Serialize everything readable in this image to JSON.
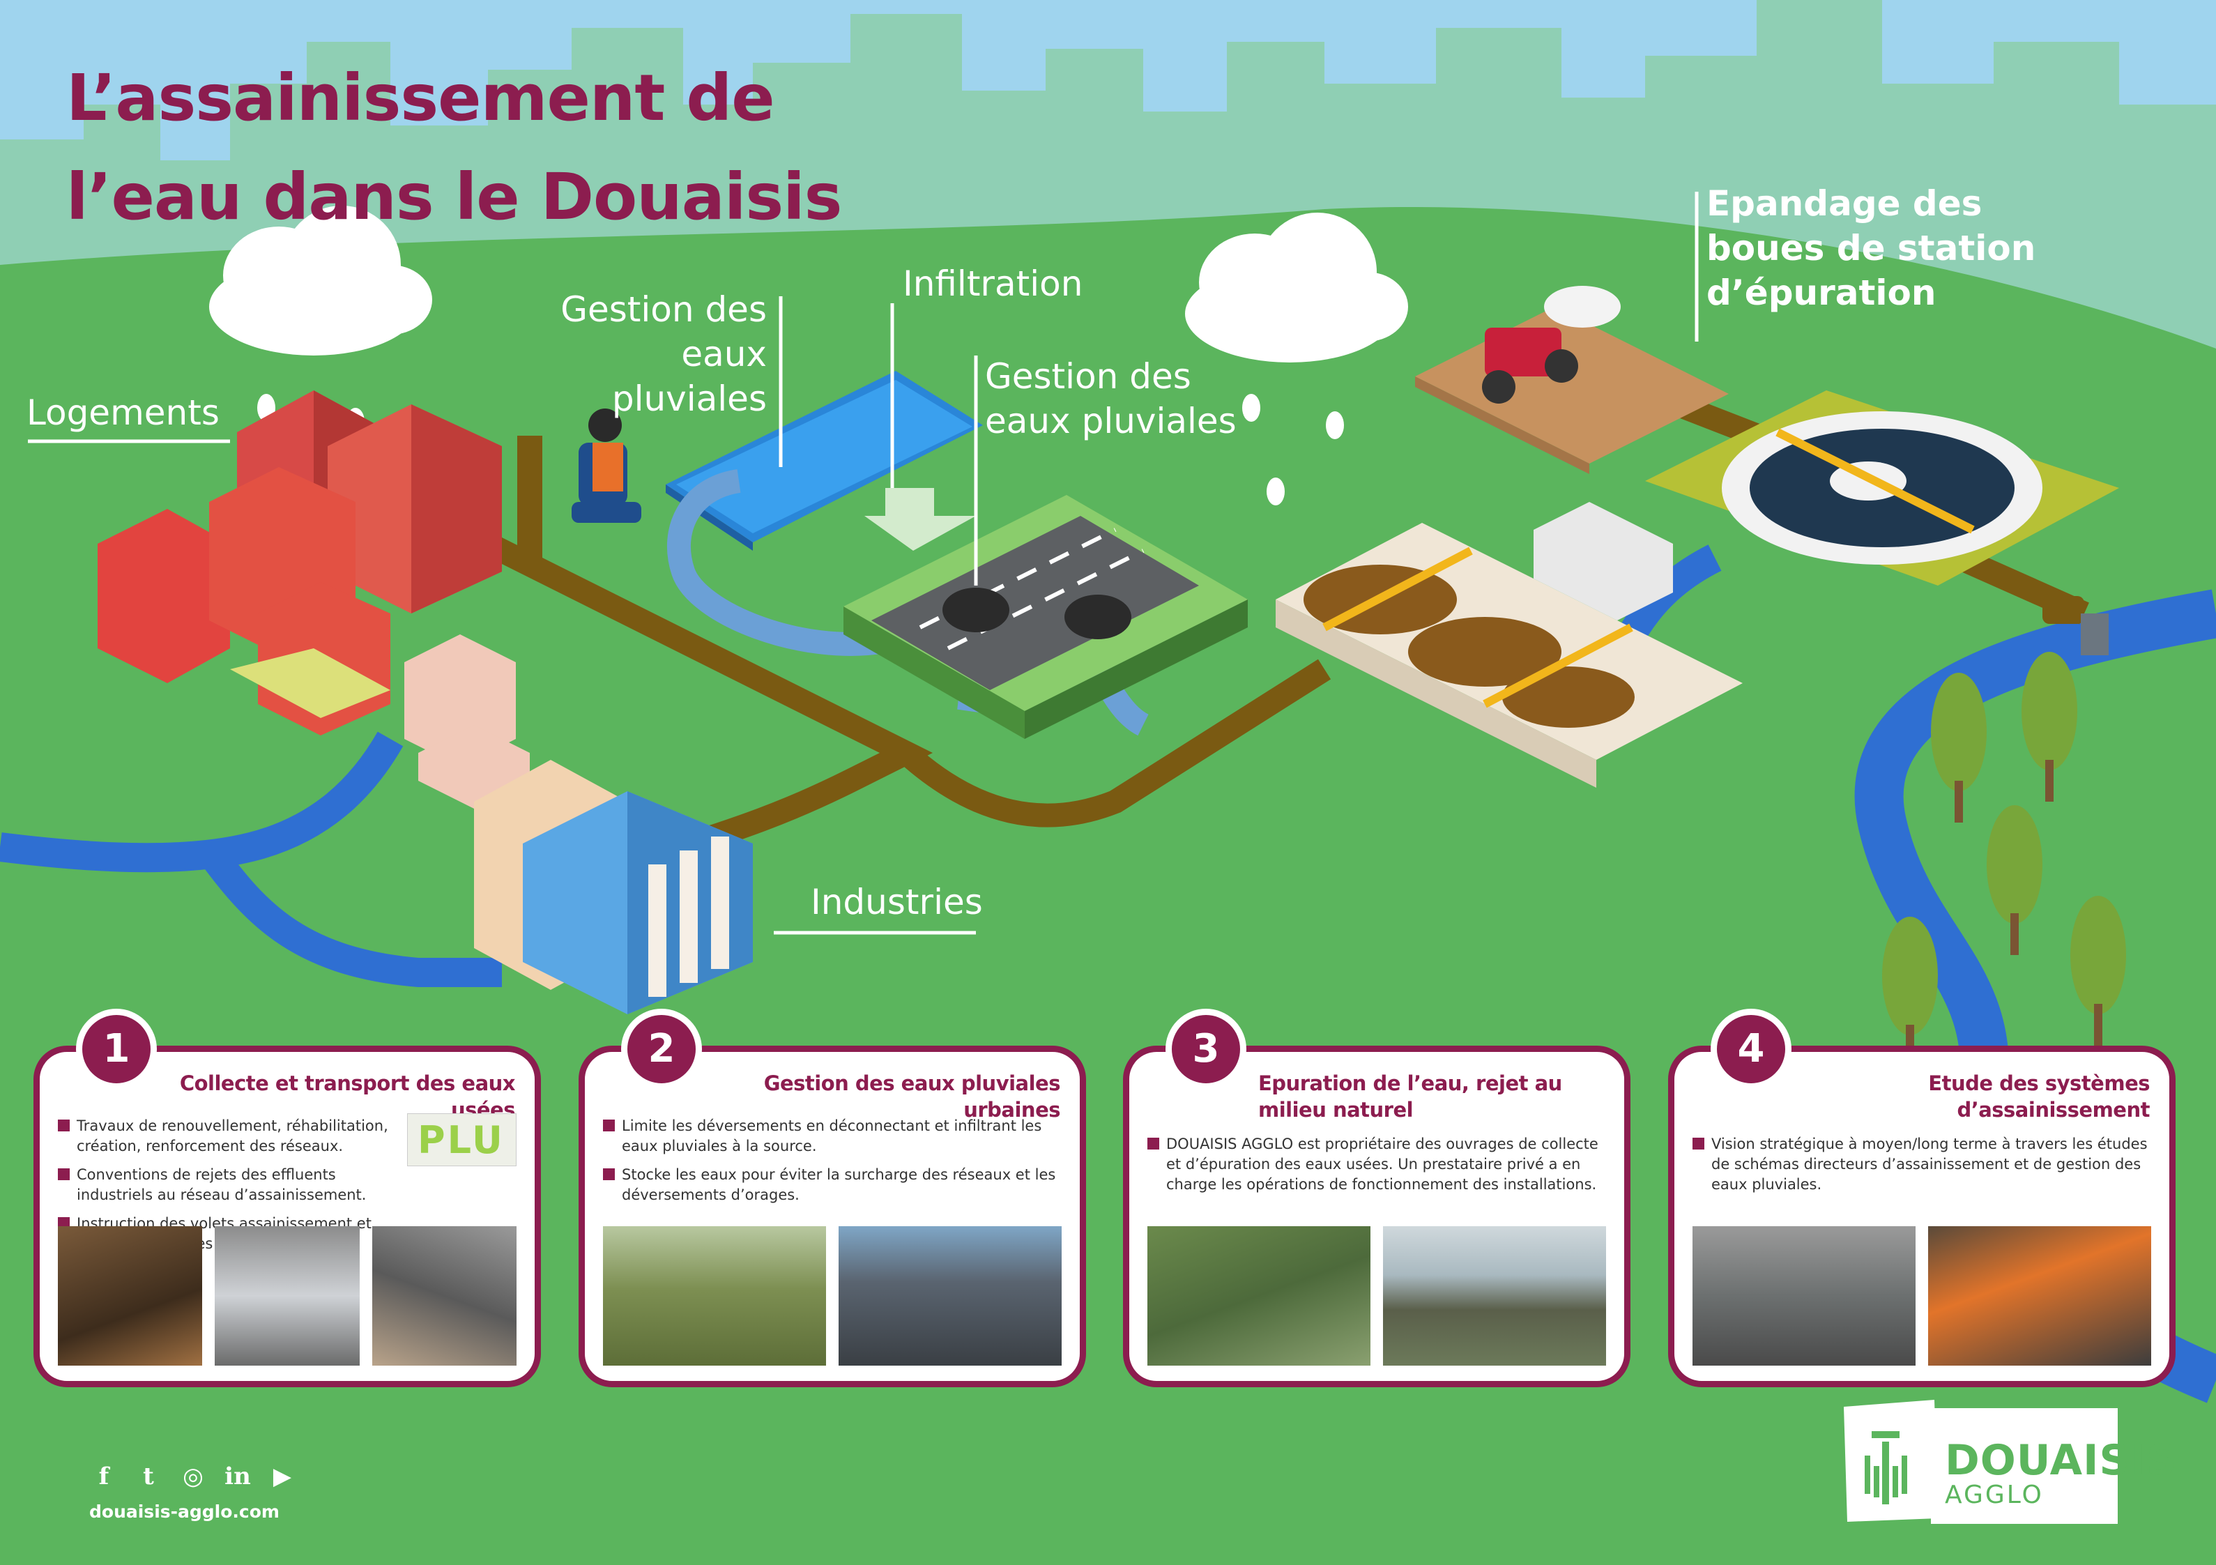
{
  "title_lines": [
    "L’assainissement de",
    "l’eau dans le Douaisis"
  ],
  "labels": {
    "logements": "Logements",
    "gestion_a_1": "Gestion des",
    "gestion_a_2": "eaux pluviales",
    "infiltration": "Infiltration",
    "gestion_b_1": "Gestion des",
    "gestion_b_2": "eaux pluviales",
    "epandage_1": "Epandage des",
    "epandage_2": "boues de station",
    "epandage_3": "d’épuration",
    "industries": "Industries"
  },
  "cards": [
    {
      "num": "1",
      "title": "Collecte et transport des eaux usées",
      "bullets": [
        "Travaux de renouvellement, réhabilitation, création, renforcement des réseaux.",
        "Conventions de rejets des effluents industriels au réseau d’assainissement.",
        "Instruction des volets assainissement et eaux pluviales des documents d’urbanisme."
      ],
      "badge": "PLU"
    },
    {
      "num": "2",
      "title": "Gestion des eaux pluviales urbaines",
      "bullets": [
        "Limite les déversements en déconnectant et infiltrant les eaux pluviales à la source.",
        "Stocke les eaux pour éviter la surcharge des réseaux et les déversements d’orages."
      ]
    },
    {
      "num": "3",
      "title": "Epuration de l’eau, rejet au milieu naturel",
      "bullets": [
        "DOUAISIS AGGLO est propriétaire des ouvrages de collecte et d’épuration des eaux usées. Un prestataire privé a en charge les opérations de fonctionnement des installations."
      ]
    },
    {
      "num": "4",
      "title": "Etude des systèmes d’assainissement",
      "bullets": [
        "Vision stratégique à moyen/long terme à travers les études de schémas directeurs d’assainissement et de gestion des eaux pluviales."
      ]
    }
  ],
  "footer": {
    "social": [
      "f",
      "t",
      "◎",
      "in",
      "▶"
    ],
    "social_icons": [
      "facebook-icon",
      "twitter-icon",
      "instagram-icon",
      "linkedin-icon",
      "youtube-icon"
    ],
    "website": "douaisis-agglo.com",
    "logo_name": "DOUAISIS",
    "logo_sub": "AGGLO"
  },
  "colors": {
    "brand": "#8c1d4f",
    "grass": "#5bb55d",
    "sky": "#9fd4ee",
    "pipe": "#7a5a12",
    "water": "#2f6fd2"
  }
}
